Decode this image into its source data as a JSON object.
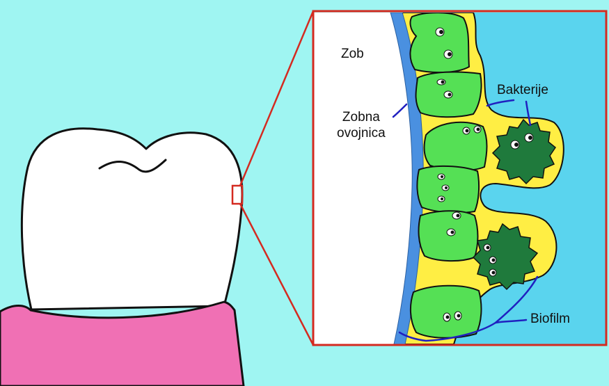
{
  "colors": {
    "background": "#9ff5f2",
    "tooth": "#ffffff",
    "gum": "#f070b4",
    "frame": "#d42a20",
    "pellicle": "#4a90e0",
    "biofilm_matrix": "#ffee44",
    "bacteria_light": "#55e055",
    "bacteria_dark": "#1f7a3c",
    "fluid": "#5ad4ee",
    "pointer_lines": "#2020c0"
  },
  "labels": {
    "tooth": "Zob",
    "pellicle_line1": "Zobna",
    "pellicle_line2": "ovojnica",
    "bacteria": "Bakterije",
    "biofilm": "Biofilm"
  }
}
